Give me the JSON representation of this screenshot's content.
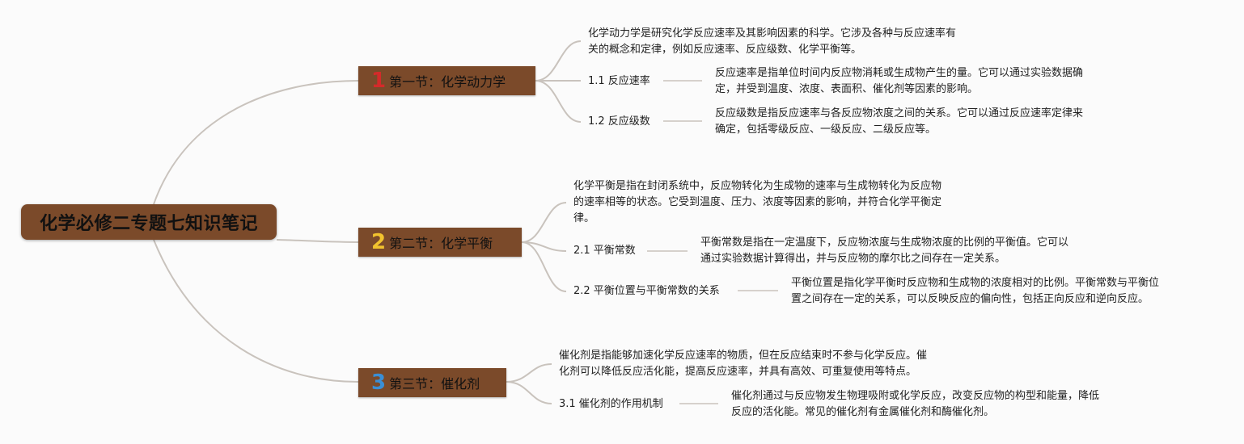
{
  "root": {
    "title": "化学必修二专题七知识笔记"
  },
  "sections": [
    {
      "number": "1",
      "number_color": "#d42a2a",
      "title": "第一节：化学动力学",
      "intro": [
        "化学动力学是研究化学反应速率及其影响因素的科学。它涉及各种与反应速率有",
        "关的概念和定律，例如反应速率、反应级数、化学平衡等。"
      ],
      "subs": [
        {
          "label": "1.1 反应速率",
          "desc": [
            "反应速率是指单位时间内反应物消耗或生成物产生的量。它可以通过实验数据确",
            "定，并受到温度、浓度、表面积、催化剂等因素的影响。"
          ]
        },
        {
          "label": "1.2 反应级数",
          "desc": [
            "反应级数是指反应速率与各反应物浓度之间的关系。它可以通过反应速率定律来",
            "确定，包括零级反应、一级反应、二级反应等。"
          ]
        }
      ]
    },
    {
      "number": "2",
      "number_color": "#f2c32e",
      "title": "第二节：化学平衡",
      "intro": [
        "化学平衡是指在封闭系统中，反应物转化为生成物的速率与生成物转化为反应物",
        "的速率相等的状态。它受到温度、压力、浓度等因素的影响，并符合化学平衡定",
        "律。"
      ],
      "subs": [
        {
          "label": "2.1 平衡常数",
          "desc": [
            "平衡常数是指在一定温度下，反应物浓度与生成物浓度的比例的平衡值。它可以",
            "通过实验数据计算得出，并与反应物的摩尔比之间存在一定关系。"
          ]
        },
        {
          "label": "2.2 平衡位置与平衡常数的关系",
          "desc": [
            "平衡位置是指化学平衡时反应物和生成物的浓度相对的比例。平衡常数与平衡位",
            "置之间存在一定的关系，可以反映反应的偏向性，包括正向反应和逆向反应。"
          ]
        }
      ]
    },
    {
      "number": "3",
      "number_color": "#3a8fd6",
      "title": "第三节：催化剂",
      "intro": [
        "催化剂是指能够加速化学反应速率的物质，但在反应结束时不参与化学反应。催",
        "化剂可以降低反应活化能，提高反应速率，并具有高效、可重复使用等特点。"
      ],
      "subs": [
        {
          "label": "3.1 催化剂的作用机制",
          "desc": [
            "催化剂通过与反应物发生物理吸附或化学反应，改变反应物的构型和能量，降低",
            "反应的活化能。常见的催化剂有金属催化剂和酶催化剂。"
          ]
        }
      ]
    }
  ]
}
